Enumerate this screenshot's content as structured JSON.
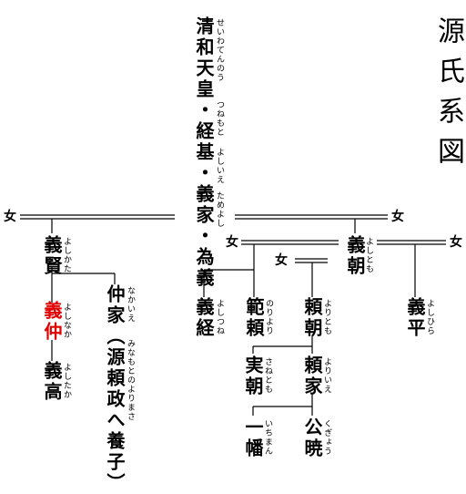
{
  "title": "源氏系図",
  "colors": {
    "line": "#000000",
    "text": "#000000",
    "highlight": "#e00000"
  },
  "female_label": "女",
  "top_line": {
    "names": [
      "清和天皇",
      "経基",
      "義家",
      "為義"
    ],
    "separator": "・",
    "ruby": [
      "せいわてんのう",
      "つねもと",
      "よしいえ",
      "ためよし"
    ]
  },
  "people": {
    "yoshikata": {
      "name": "義賢",
      "ruby": "よしかた"
    },
    "yoshinaka": {
      "name": "義仲",
      "ruby": "よしなか"
    },
    "yoshitaka": {
      "name": "義高",
      "ruby": "よしたか"
    },
    "nakaie": {
      "name": "仲家",
      "ruby": "なかいえ",
      "note": "（源頼政へ養子）",
      "note_ruby": "みなもとのよりまさ"
    },
    "yoshitomo": {
      "name": "義朝",
      "ruby": "よしとも"
    },
    "yoshitsune": {
      "name": "義経",
      "ruby": "よしつね"
    },
    "noriyori": {
      "name": "範頼",
      "ruby": "のりより"
    },
    "yoritomo": {
      "name": "頼朝",
      "ruby": "よりとも"
    },
    "yoshihira": {
      "name": "義平",
      "ruby": "よしひら"
    },
    "sanetomo": {
      "name": "実朝",
      "ruby": "さねとも"
    },
    "yoriie": {
      "name": "頼家",
      "ruby": "よりいえ"
    },
    "ichiman": {
      "name": "一幡",
      "ruby": "いちまん"
    },
    "kugyo": {
      "name": "公暁",
      "ruby": "くぎょう"
    }
  }
}
